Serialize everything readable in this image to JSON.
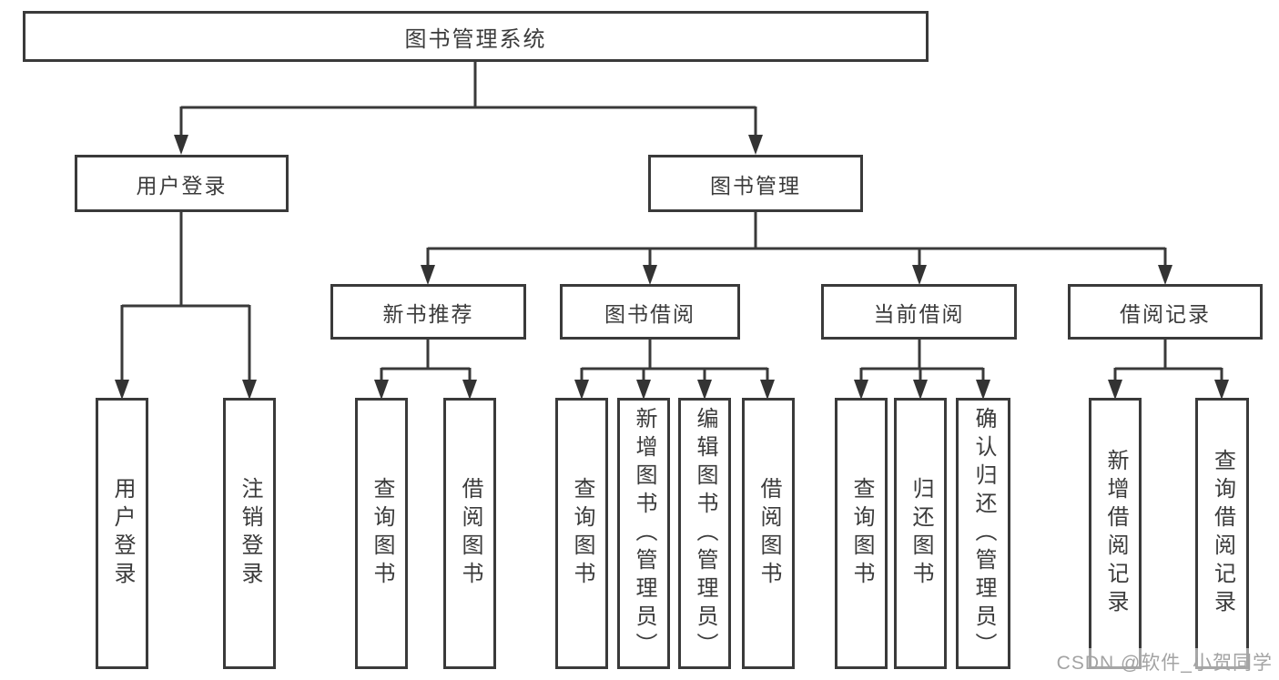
{
  "colors": {
    "line": "#3a3a3a",
    "box_border": "#3a3a3a",
    "text": "#3b3b3b",
    "watermark": "#a3a3a3",
    "background": "#ffffff"
  },
  "watermark": {
    "text": "CSDN @软件_小贺同学"
  },
  "diagram": {
    "root": {
      "label": "图书管理系统"
    },
    "level2": [
      {
        "label": "用户登录",
        "parent": "图书管理系统"
      },
      {
        "label": "图书管理",
        "parent": "图书管理系统"
      }
    ],
    "level3": [
      {
        "label": "新书推荐",
        "parent": "图书管理"
      },
      {
        "label": "图书借阅",
        "parent": "图书管理"
      },
      {
        "label": "当前借阅",
        "parent": "图书管理"
      },
      {
        "label": "借阅记录",
        "parent": "图书管理"
      }
    ],
    "leaves": [
      {
        "label": "用户登录",
        "parent": "用户登录"
      },
      {
        "label": "注销登录",
        "parent": "用户登录"
      },
      {
        "label": "查询图书",
        "parent": "新书推荐"
      },
      {
        "label": "借阅图书",
        "parent": "新书推荐"
      },
      {
        "label": "查询图书",
        "parent": "图书借阅"
      },
      {
        "label": "新增图书（管理员）",
        "parent": "图书借阅"
      },
      {
        "label": "编辑图书（管理员）",
        "parent": "图书借阅"
      },
      {
        "label": "借阅图书",
        "parent": "图书借阅"
      },
      {
        "label": "查询图书",
        "parent": "当前借阅"
      },
      {
        "label": "归还图书",
        "parent": "当前借阅"
      },
      {
        "label": "确认归还（管理员）",
        "parent": "当前借阅"
      },
      {
        "label": "新增借阅记录",
        "parent": "借阅记录"
      },
      {
        "label": "查询借阅记录",
        "parent": "借阅记录"
      }
    ]
  }
}
